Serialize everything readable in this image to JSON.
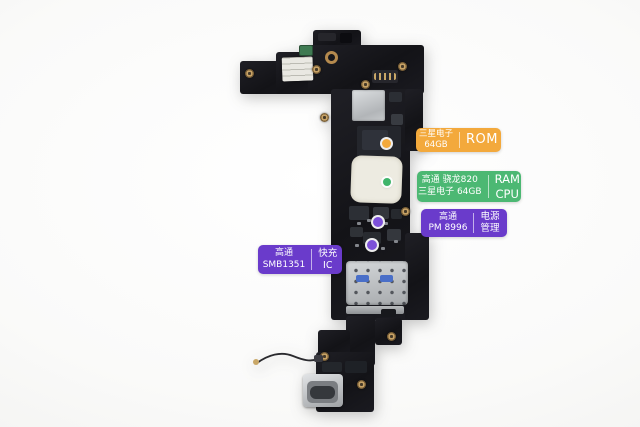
{
  "colors": {
    "rom_accent": "#F3A93C",
    "cpu_accent": "#4CB873",
    "power_accent": "#6A3BCB",
    "background": "#FAFAF9",
    "board": "#17171C"
  },
  "labels": {
    "rom": {
      "bg": "#F3A93C",
      "left_line1": "三星电子",
      "left_line2": "64GB",
      "right_line1": "ROM"
    },
    "cpu": {
      "bg": "#4CB873",
      "left_line1": "高通 骁龙820",
      "left_line2": "三星电子 64GB",
      "right_line1": "RAM",
      "right_line2": "CPU"
    },
    "power": {
      "bg": "#6A3BCB",
      "left_line1": "高通",
      "left_line2": "PM 8996",
      "right_line1": "电源",
      "right_line2": "管理"
    },
    "charge": {
      "bg": "#6A3BCB",
      "left_line1": "高通",
      "left_line2": "SMB1351",
      "right_line1": "快充",
      "right_line2": "IC"
    }
  },
  "markers": {
    "rom": {
      "color": "#F3A93C"
    },
    "cpu": {
      "color": "#3FB46A"
    },
    "power": {
      "color": "#7C50D8"
    },
    "charge": {
      "color": "#7C50D8"
    }
  }
}
